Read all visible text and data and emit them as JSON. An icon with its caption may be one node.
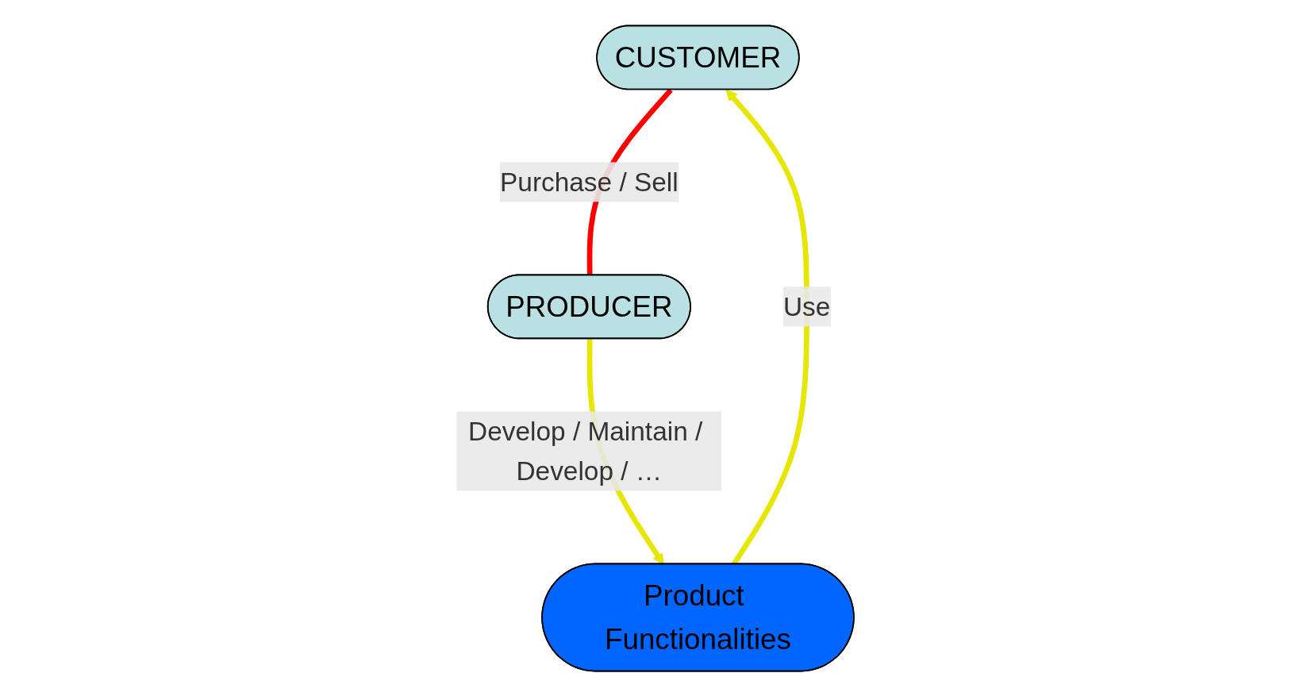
{
  "diagram": {
    "nodes": [
      {
        "text": [
          "CUSTOMER"
        ]
      },
      {
        "text": [
          "PRODUCER"
        ]
      },
      {
        "text": [
          "Product Functionalities"
        ]
      }
    ],
    "edges": [
      {
        "from": 0,
        "to": 1,
        "arrow": "none",
        "label": "Purchase / Sell",
        "color": "#ff0000"
      },
      {
        "from": 1,
        "to": 2,
        "arrow": "to",
        "label": "Develop / Maintain / Develop / …",
        "color": "#e6e600"
      },
      {
        "from": 2,
        "to": 0,
        "arrow": "to",
        "label": "Use",
        "color": "#e6e600"
      }
    ]
  }
}
